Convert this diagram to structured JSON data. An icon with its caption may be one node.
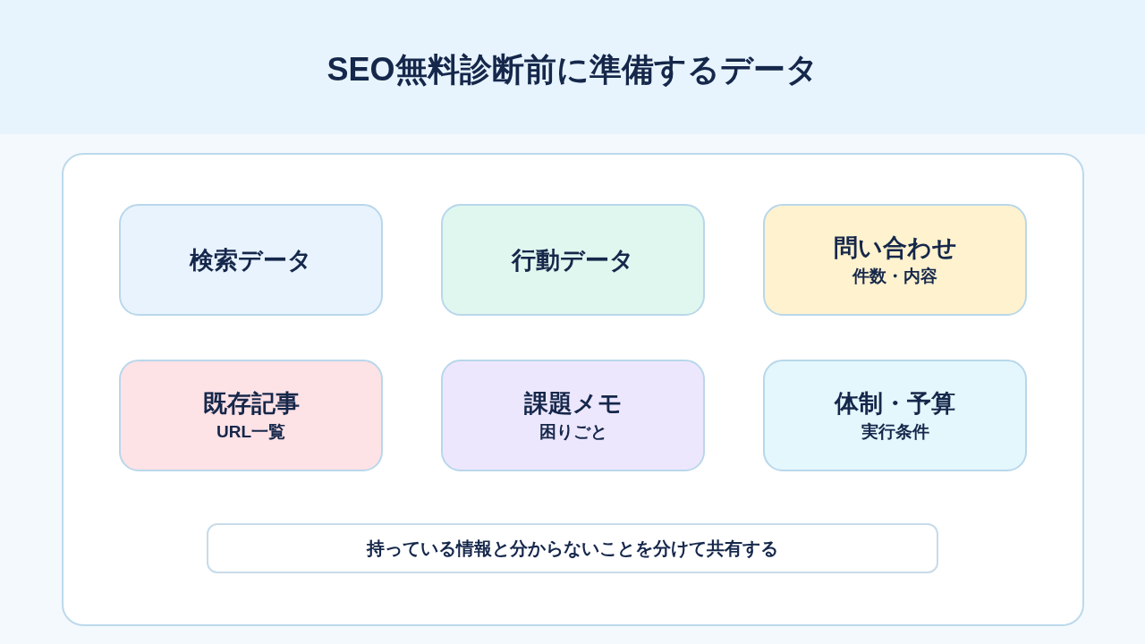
{
  "diagram": {
    "title": "SEO無料診断前に準備するデータ",
    "nodes": [
      {
        "text": [],
        "shape": "box"
      },
      {
        "text": [
          "検索データ"
        ],
        "in": 0
      },
      {
        "text": [
          "行動データ"
        ],
        "in": 0
      },
      {
        "text": [
          "問い合わせ",
          "件数・内容"
        ],
        "in": 0
      },
      {
        "text": [
          "既存記事",
          "URL一覧"
        ],
        "in": 0
      },
      {
        "text": [
          "課題メモ",
          "困りごと"
        ],
        "in": 0
      },
      {
        "text": [
          "体制・予算",
          "実行条件"
        ],
        "in": 0
      },
      {
        "text": [
          "持っている情報と分からないことを分けて共有する"
        ],
        "in": 0
      }
    ]
  }
}
